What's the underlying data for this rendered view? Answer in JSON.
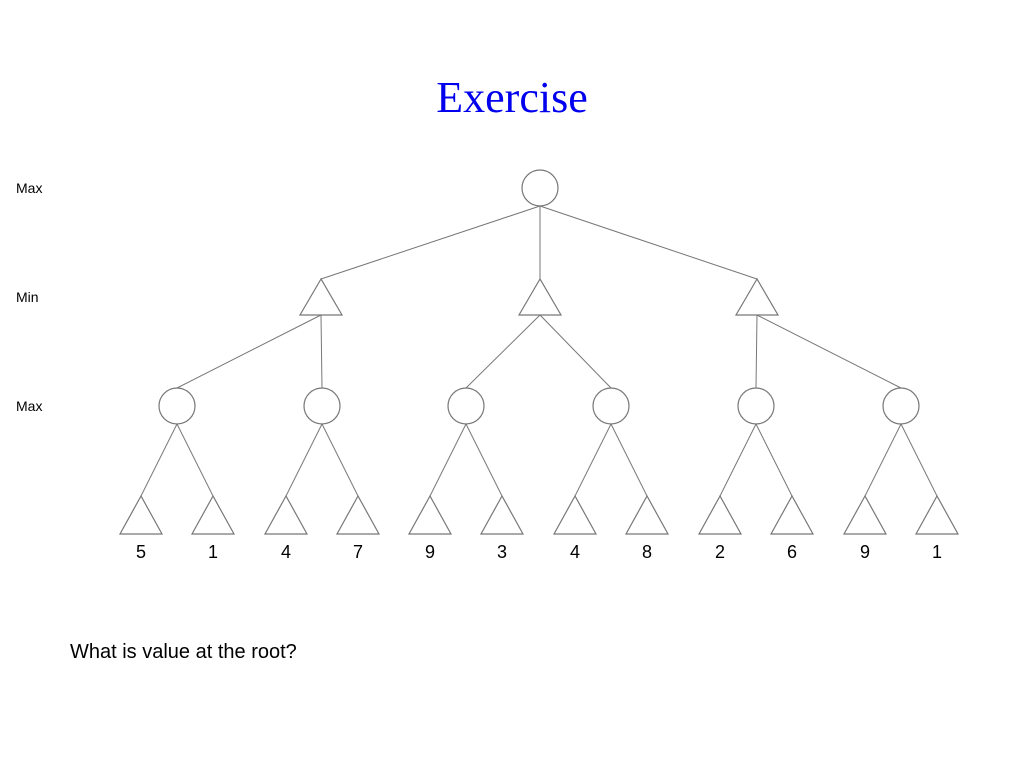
{
  "title": "Exercise",
  "level_labels": [
    "Max",
    "Min",
    "Max"
  ],
  "tree": {
    "levels": [
      "max",
      "min",
      "max",
      "leaf"
    ],
    "branching": [
      3,
      2,
      2
    ],
    "leaf_values": [
      "5",
      "1",
      "4",
      "7",
      "9",
      "3",
      "4",
      "8",
      "2",
      "6",
      "9",
      "1"
    ]
  },
  "question": "What is value at the root?",
  "colors": {
    "title": "#0000ee",
    "lines": "#777777"
  }
}
